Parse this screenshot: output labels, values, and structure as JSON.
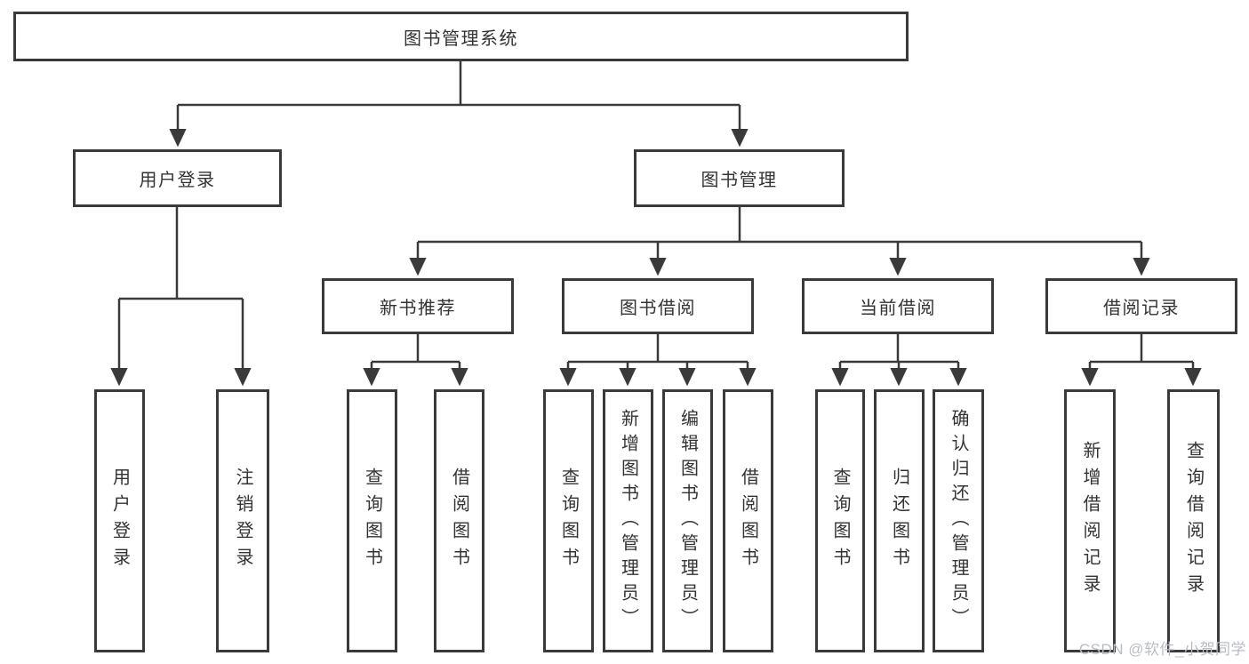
{
  "diagram": {
    "root": {
      "label": "图书管理系统"
    },
    "branches": {
      "user_login": {
        "label": "用户登录",
        "children": {
          "login": {
            "label": "用户登录"
          },
          "logout": {
            "label": "注销登录"
          }
        }
      },
      "book_management": {
        "label": "图书管理",
        "children": {
          "new_book_recommend": {
            "label": "新书推荐",
            "children": {
              "query_book": {
                "label": "查询图书"
              },
              "borrow_book": {
                "label": "借阅图书"
              }
            }
          },
          "book_borrow": {
            "label": "图书借阅",
            "children": {
              "query_book": {
                "label": "查询图书"
              },
              "add_book": {
                "label": "新增图书（管理员）"
              },
              "edit_book": {
                "label": "编辑图书（管理员）"
              },
              "borrow_book": {
                "label": "借阅图书"
              }
            }
          },
          "current_borrow": {
            "label": "当前借阅",
            "children": {
              "query_book": {
                "label": "查询图书"
              },
              "return_book": {
                "label": "归还图书"
              },
              "confirm_return": {
                "label": "确认归还（管理员）"
              }
            }
          },
          "borrow_records": {
            "label": "借阅记录",
            "children": {
              "add_record": {
                "label": "新增借阅记录"
              },
              "query_record": {
                "label": "查询借阅记录"
              }
            }
          }
        }
      }
    }
  },
  "watermark": {
    "text": "CSDN @软件_小贺同学"
  },
  "colors": {
    "line": "#3a3a3a",
    "box_border": "#3a3a3a",
    "text": "#333333",
    "watermark": "#b9bdc3",
    "background": "#ffffff"
  }
}
